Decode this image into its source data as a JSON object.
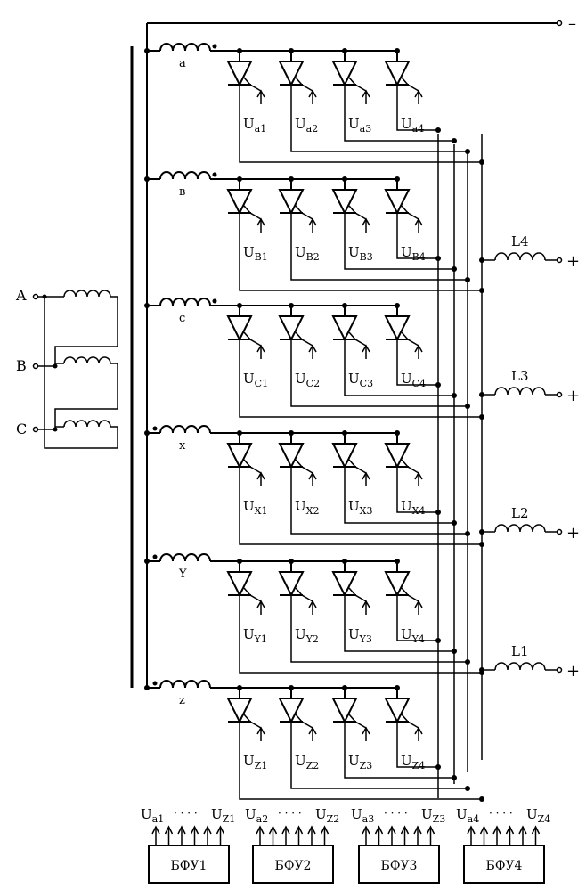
{
  "input_terminals": [
    "A",
    "B",
    "C"
  ],
  "output_terminal_minus": "–",
  "output_terminal_plus": "+",
  "windings": [
    {
      "label": "a",
      "dot": "right",
      "groups": [
        [
          "U",
          "a1"
        ],
        [
          "U",
          "a2"
        ],
        [
          "U",
          "a3"
        ],
        [
          "U",
          "a4"
        ]
      ]
    },
    {
      "label": "в",
      "dot": "right",
      "groups": [
        [
          "U",
          "B1"
        ],
        [
          "U",
          "B2"
        ],
        [
          "U",
          "B3"
        ],
        [
          "U",
          "B4"
        ]
      ]
    },
    {
      "label": "c",
      "dot": "right",
      "groups": [
        [
          "U",
          "C1"
        ],
        [
          "U",
          "C2"
        ],
        [
          "U",
          "C3"
        ],
        [
          "U",
          "C4"
        ]
      ]
    },
    {
      "label": "x",
      "dot": "left",
      "groups": [
        [
          "U",
          "X1"
        ],
        [
          "U",
          "X2"
        ],
        [
          "U",
          "X3"
        ],
        [
          "U",
          "X4"
        ]
      ]
    },
    {
      "label": "Y",
      "dot": "left",
      "groups": [
        [
          "U",
          "Y1"
        ],
        [
          "U",
          "Y2"
        ],
        [
          "U",
          "Y3"
        ],
        [
          "U",
          "Y4"
        ]
      ]
    },
    {
      "label": "z",
      "dot": "left",
      "groups": [
        [
          "U",
          "Z1"
        ],
        [
          "U",
          "Z2"
        ],
        [
          "U",
          "Z3"
        ],
        [
          "U",
          "Z4"
        ]
      ]
    }
  ],
  "inductors": [
    "L4",
    "L3",
    "L2",
    "L1"
  ],
  "control_blocks": [
    {
      "name": "БФУ1",
      "from": [
        "U",
        "a1"
      ],
      "to": [
        "U",
        "Z1"
      ]
    },
    {
      "name": "БФУ2",
      "from": [
        "U",
        "a2"
      ],
      "to": [
        "U",
        "Z2"
      ]
    },
    {
      "name": "БФУ3",
      "from": [
        "U",
        "a3"
      ],
      "to": [
        "U",
        "Z3"
      ]
    },
    {
      "name": "БФУ4",
      "from": [
        "U",
        "a4"
      ],
      "to": [
        "U",
        "Z4"
      ]
    }
  ],
  "block_dots": "· · · ·"
}
